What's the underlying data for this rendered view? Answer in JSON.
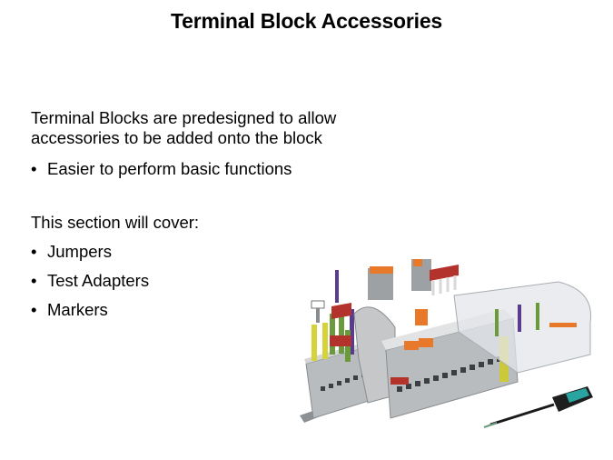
{
  "slide": {
    "title": "Terminal Block Accessories",
    "intro_line1": "Terminal Blocks are predesigned to allow",
    "intro_line2": "accessories to be added onto the block",
    "intro_bullets": [
      "Easier to perform basic functions"
    ],
    "section_heading": "This section will cover:",
    "section_bullets": [
      "Jumpers",
      "Test Adapters",
      "Markers"
    ],
    "bullet_glyph": "•"
  },
  "figure": {
    "description": "terminal-block-assembly-with-accessories-and-screwdriver",
    "colors": {
      "housing": "#b9bcbe",
      "jumper_orange": "#e8792a",
      "jumper_red": "#b3322c",
      "purple": "#5b3b8c",
      "green": "#6a9a3c",
      "yellow": "#d6d23a",
      "cover": "#e3e6ea",
      "screwdriver_handle": "#2aa4a0"
    }
  }
}
